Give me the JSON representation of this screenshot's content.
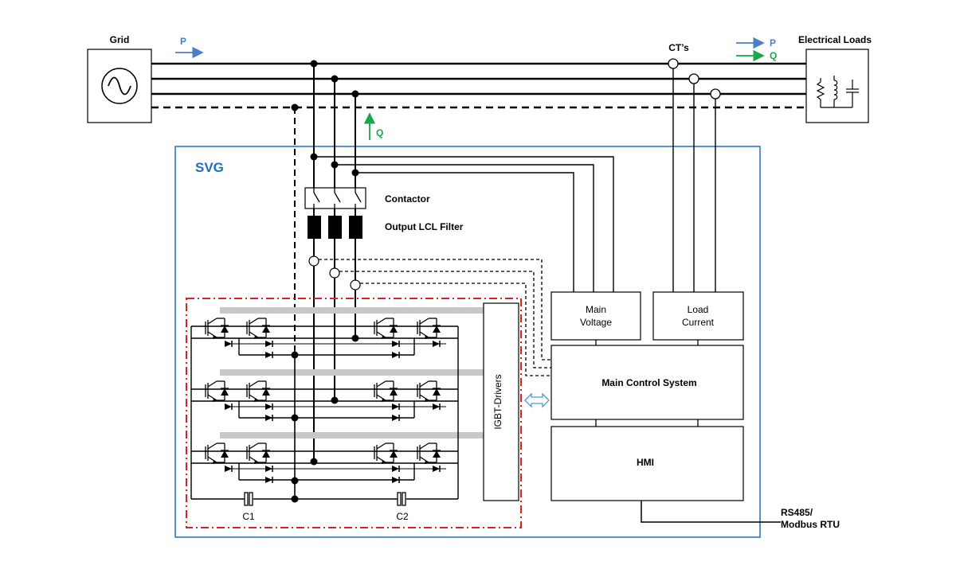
{
  "grid": {
    "label": "Grid"
  },
  "loads": {
    "label": "Electrical Loads"
  },
  "cts": {
    "label": "CT’s"
  },
  "flow": {
    "p_label": "P",
    "q_label": "Q",
    "p_color": "#4a7ec7",
    "q_color": "#1aa64a"
  },
  "svg": {
    "label": "SVG",
    "border_color": "#1f6fc0"
  },
  "contactor": {
    "label": "Contactor"
  },
  "lcl_filter": {
    "label": "Output LCL Filter"
  },
  "main_voltage": {
    "line1": "Main",
    "line2": "Voltage"
  },
  "load_current": {
    "line1": "Load",
    "line2": "Current"
  },
  "main_control": {
    "label": "Main Control System"
  },
  "hmi": {
    "label": "HMI"
  },
  "igbt_drivers": {
    "label": "IGBT-Drivers"
  },
  "capacitors": {
    "c1": "C1",
    "c2": "C2"
  },
  "comm": {
    "line1": "RS485/",
    "line2": "Modbus RTU"
  },
  "inverter_outline_color": "#e0201c"
}
